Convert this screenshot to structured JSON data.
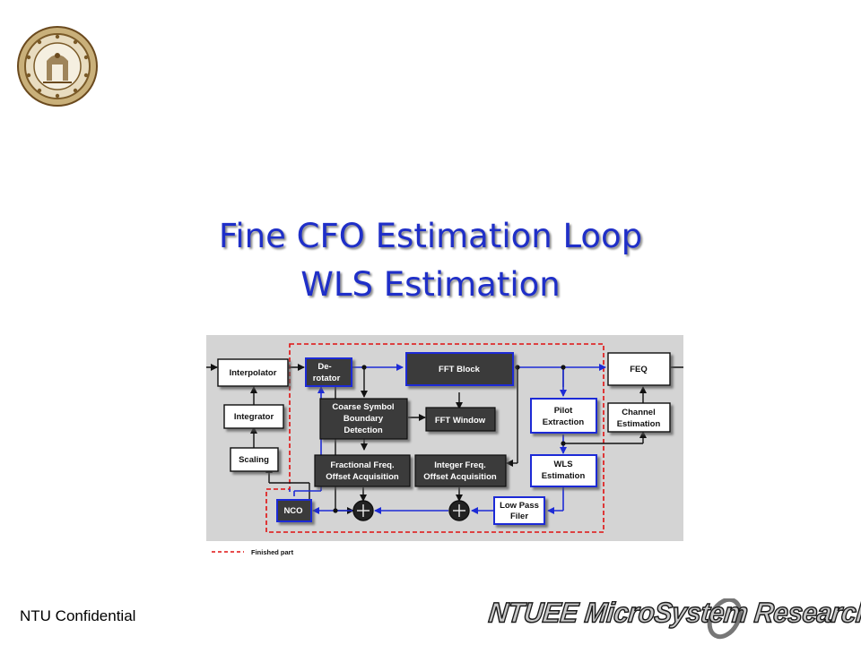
{
  "slide": {
    "title_line1": "Fine CFO Estimation Loop",
    "title_line2": "WLS Estimation",
    "footer_left": "NTU Confidential",
    "lab_logo": "NTUEE MicroSystem Research Lab."
  },
  "diagram": {
    "blocks": {
      "interpolator": "Interpolator",
      "integrator": "Integrator",
      "scaling": "Scaling",
      "nco": "NCO",
      "derotator_1": "De-",
      "derotator_2": "rotator",
      "fft_block": "FFT Block",
      "coarse_1": "Coarse Symbol",
      "coarse_2": "Boundary",
      "coarse_3": "Detection",
      "fft_window": "FFT Window",
      "fractional_1": "Fractional Freq.",
      "fractional_2": "Offset Acquisition",
      "integer_1": "Integer  Freq.",
      "integer_2": "Offset Acquisition",
      "lowpass_1": "Low Pass",
      "lowpass_2": "Filer",
      "pilot_1": "Pilot",
      "pilot_2": "Extraction",
      "wls_1": "WLS",
      "wls_2": "Estimation",
      "feq": "FEQ",
      "channel_1": "Channel",
      "channel_2": "Estimation"
    },
    "legend": "Finished part"
  }
}
